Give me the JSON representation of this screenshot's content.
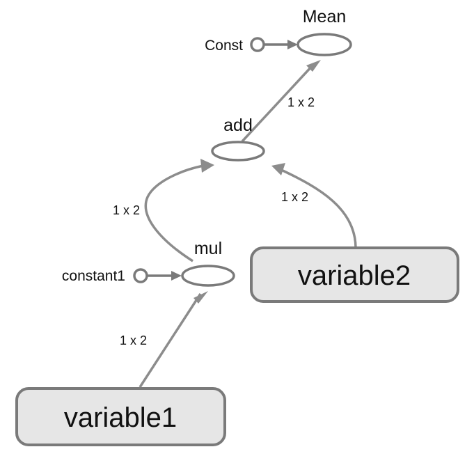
{
  "colors": {
    "edge": "#8c8c8c",
    "node_stroke": "#7a7a7a",
    "variable_fill": "#e6e6e6",
    "text": "#111111"
  },
  "nodes": {
    "mean": {
      "label": "Mean"
    },
    "add": {
      "label": "add"
    },
    "mul": {
      "label": "mul"
    },
    "const": {
      "label": "Const"
    },
    "constant1": {
      "label": "constant1"
    },
    "variable1": {
      "label": "variable1"
    },
    "variable2": {
      "label": "variable2"
    }
  },
  "edges": {
    "add_to_mean": {
      "label": "1 x 2"
    },
    "mul_to_add": {
      "label": "1 x 2"
    },
    "variable2_to_add": {
      "label": "1 x 2"
    },
    "variable1_to_mul": {
      "label": "1 x 2"
    }
  }
}
